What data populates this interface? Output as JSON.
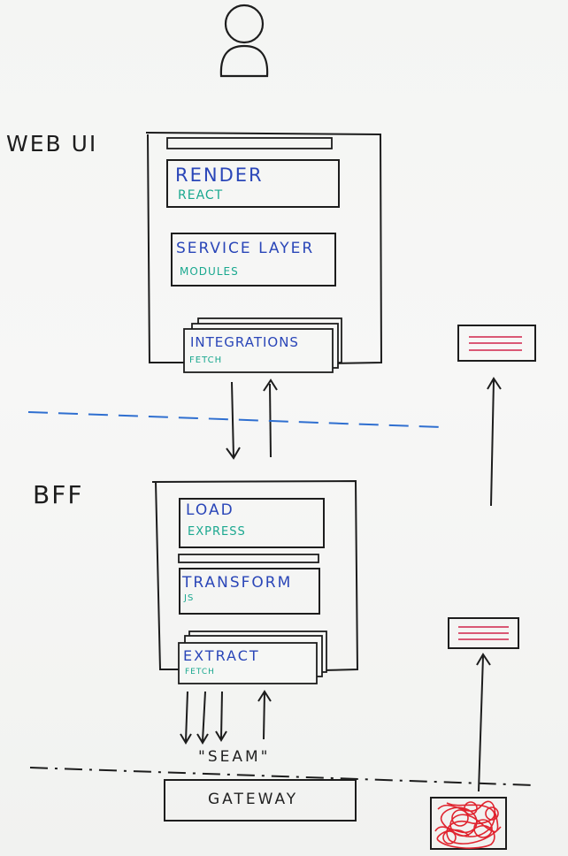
{
  "labels": {
    "web_ui": "WEB UI",
    "bff": "BFF",
    "seam": "\"SEAM\"",
    "gateway": "GATEWAY"
  },
  "web_ui_boxes": {
    "render": {
      "title": "RENDER",
      "subtitle": "REACT"
    },
    "service_layer": {
      "title": "SERVICE LAYER",
      "subtitle": "MODULES"
    },
    "integrations": {
      "title": "INTEGRATIONS",
      "subtitle": "FETCH"
    }
  },
  "bff_boxes": {
    "load": {
      "title": "LOAD",
      "subtitle": "EXPRESS"
    },
    "transform": {
      "title": "TRANSFORM",
      "subtitle": "JS"
    },
    "extract": {
      "title": "EXTRACT",
      "subtitle": "FETCH"
    }
  },
  "colors": {
    "ink": "#1d1d1d",
    "title_blue": "#2a46b8",
    "subtitle_teal": "#1aa88f",
    "dashed_blue": "#2f6fd0",
    "doc_red": "#d0234a",
    "scribble_red": "#e0242f"
  }
}
